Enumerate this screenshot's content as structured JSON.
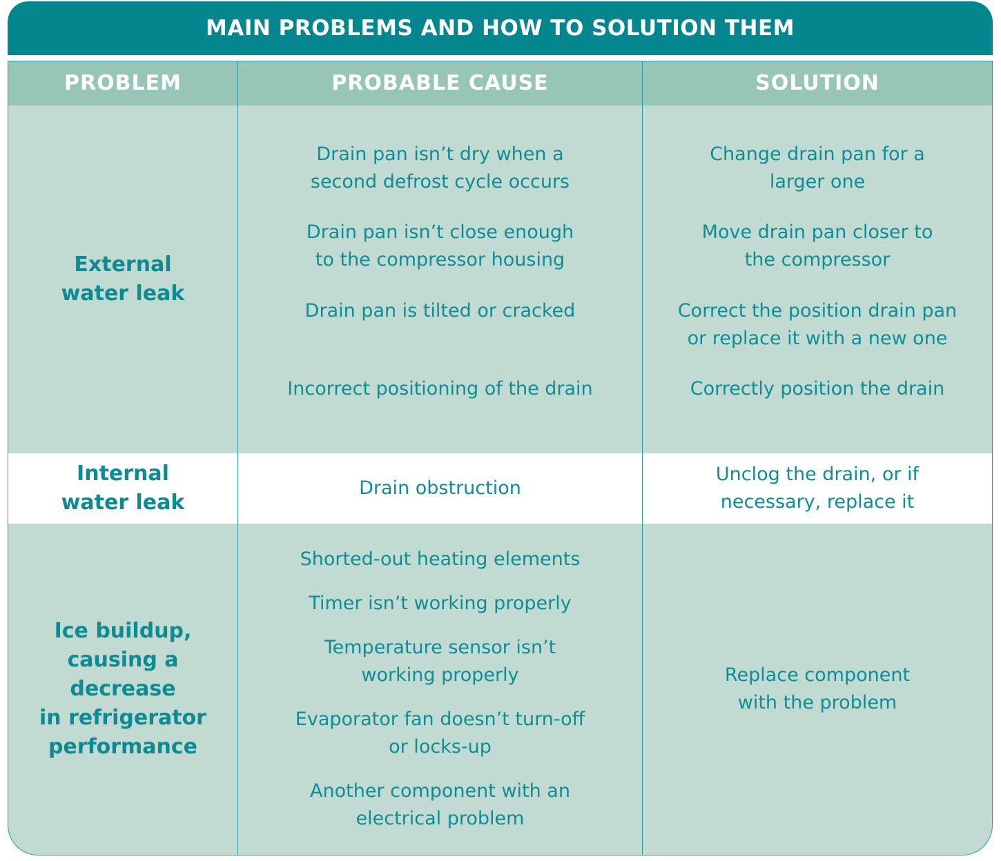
{
  "title": "MAIN PROBLEMS AND HOW TO SOLUTION THEM",
  "headers": [
    "PROBLEM",
    "PROBABLE CAUSE",
    "SOLUTION"
  ],
  "rows": [
    {
      "problem": [
        "External",
        "water leak"
      ],
      "causes": [
        [
          "Drain pan isn’t dry when a",
          "second defrost cycle occurs"
        ],
        [
          "Drain pan isn’t close enough",
          "to the compressor housing"
        ],
        [
          "Drain pan is tilted or cracked"
        ],
        [
          "Incorrect positioning of the drain"
        ]
      ],
      "solutions": [
        [
          "Change drain pan for a",
          "larger one"
        ],
        [
          "Move drain pan closer to",
          "the compressor"
        ],
        [
          "Correct the position drain pan",
          "or replace it with a new one"
        ],
        [
          "Correctly position the drain"
        ]
      ]
    },
    {
      "problem": [
        "Internal",
        "water leak"
      ],
      "causes": [
        [
          "Drain obstruction"
        ]
      ],
      "solutions": [
        [
          "Unclog the drain, or if",
          "necessary, replace it"
        ]
      ]
    },
    {
      "problem": [
        "Ice buildup,",
        "causing a",
        "decrease",
        "in refrigerator",
        "performance"
      ],
      "causes": [
        [
          "Shorted-out heating elements"
        ],
        [
          "Timer isn’t working properly"
        ],
        [
          "Temperature sensor isn’t",
          "working properly"
        ],
        [
          "Evaporator fan doesn’t turn-off",
          "or locks-up"
        ],
        [
          "Another component with an",
          "electrical problem"
        ]
      ],
      "solutions": [
        [
          "Replace component",
          "with the problem"
        ]
      ]
    }
  ]
}
